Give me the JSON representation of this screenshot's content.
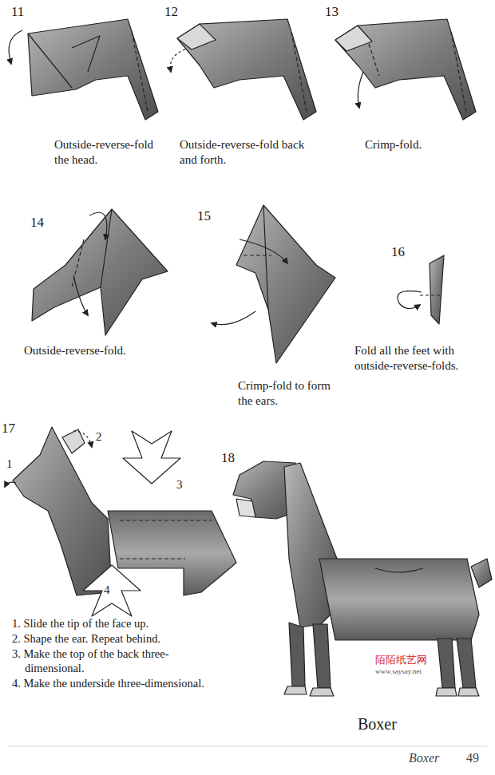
{
  "diagram": {
    "labels": [
      "11",
      "12",
      "13",
      "Outside-reverse-fold the head.",
      "Outside-reverse-fold back and forth.",
      "Crimp-fold.",
      "14",
      "15",
      "16",
      "Outside-reverse-fold.",
      "Crimp-fold to form the ears.",
      "Fold all the feet with outside-reverse-folds.",
      "17",
      "1",
      "2",
      "3",
      "4",
      "18",
      "1. Slide the tip of the face up.",
      "2. Shape the ear. Repeat behind.",
      "3. Make the top of the back three-dimensional.",
      "4. Make the underside three-dimensional.",
      "Boxer",
      "陌陌纸艺网",
      "www.saysay.net",
      "Boxer",
      "49"
    ]
  }
}
